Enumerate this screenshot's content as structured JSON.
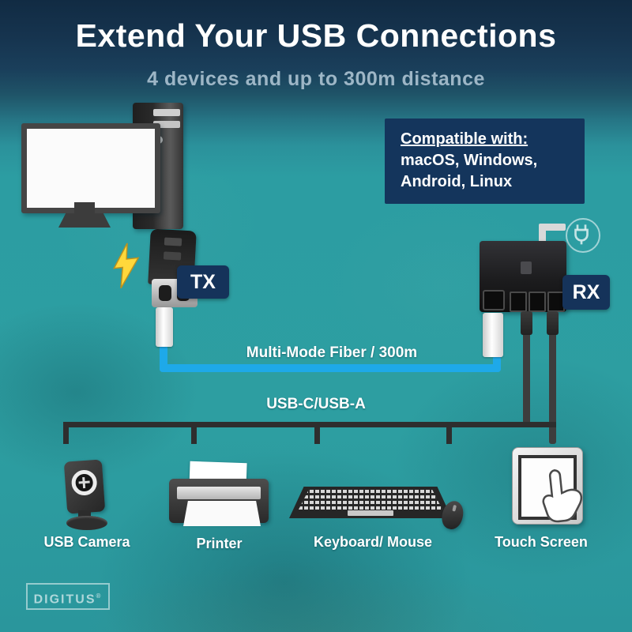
{
  "header": {
    "title": "Extend Your USB Connections",
    "subtitle": "4 devices and up to 300m distance"
  },
  "compatibility": {
    "heading": "Compatible with:",
    "line1": "macOS, Windows,",
    "line2": "Android, Linux"
  },
  "connection": {
    "tx_label": "TX",
    "rx_label": "RX",
    "fiber_label": "Multi-Mode Fiber / 300m",
    "usb_label": "USB-C/USB-A"
  },
  "devices": {
    "camera": "USB Camera",
    "printer": "Printer",
    "keyboard_mouse": "Keyboard/ Mouse",
    "touchscreen": "Touch Screen"
  },
  "brand": {
    "name": "DIGITUS",
    "mark": "®"
  },
  "colors": {
    "header_navy": "#16334E",
    "background_teal": "#2C9DA2",
    "label_navy": "#15335A",
    "fiber_blue": "#1EA9E9",
    "usb_line_dark": "#2E2E2E",
    "lightning_yellow": "#FFD83B",
    "subtitle_gray_blue": "#9DB6C6"
  },
  "icons": {
    "lightning": "yellow-bolt-shape",
    "power_plug": "circled-plug-outline",
    "hand_cursor": "white-pointing-hand",
    "camera_lens": "white-ring-lens"
  }
}
